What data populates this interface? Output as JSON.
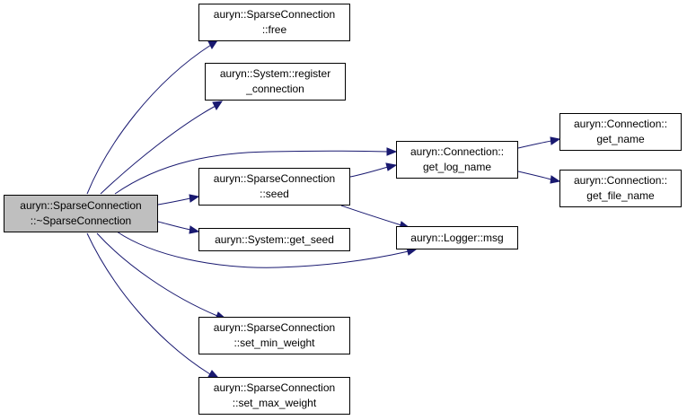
{
  "colors": {
    "edge": "#191970",
    "root_fill": "#bfbfbf",
    "node_fill": "#ffffff",
    "border": "#000000"
  },
  "nodes": {
    "root": {
      "line1": "auryn::SparseConnection",
      "line2": "::~SparseConnection"
    },
    "free": {
      "line1": "auryn::SparseConnection",
      "line2": "::free"
    },
    "register_connection": {
      "line1": "auryn::System::register",
      "line2": "_connection"
    },
    "seed": {
      "line1": "auryn::SparseConnection",
      "line2": "::seed"
    },
    "get_seed": {
      "line1": "auryn::System::get_seed"
    },
    "get_log_name": {
      "line1": "auryn::Connection::",
      "line2": "get_log_name"
    },
    "get_name": {
      "line1": "auryn::Connection::",
      "line2": "get_name"
    },
    "get_file_name": {
      "line1": "auryn::Connection::",
      "line2": "get_file_name"
    },
    "logger_msg": {
      "line1": "auryn::Logger::msg"
    },
    "set_min_weight": {
      "line1": "auryn::SparseConnection",
      "line2": "::set_min_weight"
    },
    "set_max_weight": {
      "line1": "auryn::SparseConnection",
      "line2": "::set_max_weight"
    }
  }
}
